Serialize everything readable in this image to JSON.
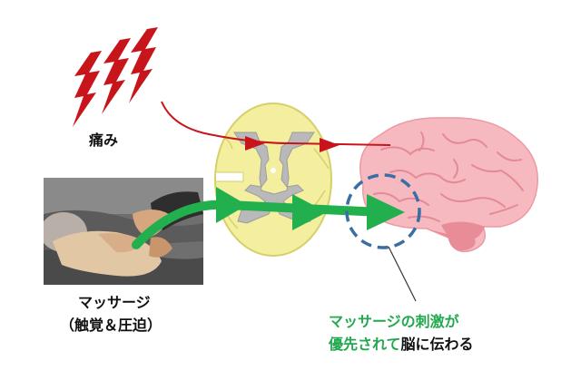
{
  "labels": {
    "pain": "痛み",
    "massage": "マッサージ",
    "massage_detail": "（触覚＆圧迫）",
    "caption_line1": "マッサージの刺激が",
    "caption_line2_highlight": "優先されて",
    "caption_line2_rest": "脳に伝わる"
  },
  "colors": {
    "pain": "#c8141b",
    "massage": "#22b04f",
    "spinal_cord": "#f4ef9e",
    "gray_matter": "#b9b9b9",
    "brain": "#f7b9c0",
    "focus_circle": "#3a6ea5"
  },
  "icons": {
    "pain": "lightning-bolt-icon",
    "brain": "brain-illustration",
    "spinal_cord": "spinal-cord-cross-section",
    "photo": "massage-photo"
  }
}
